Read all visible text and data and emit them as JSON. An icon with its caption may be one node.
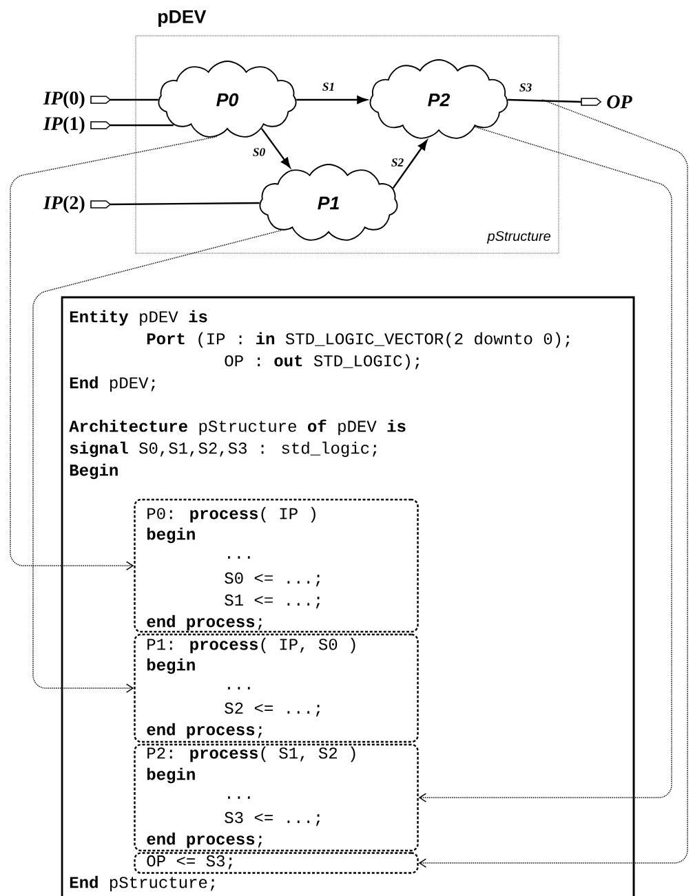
{
  "diagram": {
    "nodes": [
      {
        "text": [
          "pDEV",
          "pStructure"
        ]
      },
      {
        "text": [
          "P0"
        ],
        "in": 0
      },
      {
        "text": [
          "P1"
        ],
        "in": 0
      },
      {
        "text": [
          "P2"
        ],
        "in": 0
      },
      {
        "text": [
          "*IP*(0)"
        ]
      },
      {
        "text": [
          "*IP*(1)"
        ]
      },
      {
        "text": [
          "*IP*(2)"
        ]
      },
      {
        "text": [
          "OP"
        ]
      },
      {
        "text": [
          "**Entity** pDEV **is**",
          "**Port** (IP : **in** STD_LOGIC_VECTOR(2 downto 0);",
          "OP : **out** STD_LOGIC);",
          "**End** pDEV;",
          "**Architecture** pStructure **of** pDEV **is**",
          "**signal** S0,S1,S2,S3 : std_logic;",
          "Begin",
          "**End** pStructure;"
        ]
      },
      {
        "text": [
          "P0: **process**( IP )",
          "begin",
          "...",
          "S0 <= ...;",
          "S1 <= ...;",
          "**end process**;"
        ],
        "in": 8
      },
      {
        "text": [
          "P1: **process**( IP, S0 )",
          "begin",
          "...",
          "S2 <= ...;",
          "**end process**;"
        ],
        "in": 8
      },
      {
        "text": [
          "P2: **process**( S1, S2 )",
          "begin",
          "...",
          "S3 <= ...;",
          "**end process**;"
        ],
        "in": 8
      },
      {
        "text": [
          "OP <= S3;"
        ],
        "in": 8
      }
    ],
    "edges": [
      {
        "from": 4,
        "to": 1,
        "arrow": "none"
      },
      {
        "from": 5,
        "to": 1,
        "arrow": "none"
      },
      {
        "from": 6,
        "to": 2,
        "arrow": "none"
      },
      {
        "from": 3,
        "to": 7,
        "arrow": "none",
        "label": "S3"
      },
      {
        "from": 1,
        "to": 3,
        "arrow": "to",
        "label": "S1"
      },
      {
        "from": 1,
        "to": 2,
        "arrow": "to",
        "label": "S0"
      },
      {
        "from": 2,
        "to": 3,
        "arrow": "to",
        "label": "S2"
      },
      {
        "from": 1,
        "to": 9,
        "arrow": "to",
        "style": "dashed"
      },
      {
        "from": 2,
        "to": 10,
        "arrow": "to",
        "style": "dashed"
      },
      {
        "from": 3,
        "to": 11,
        "arrow": "to",
        "style": "dashed"
      },
      {
        "from": 3,
        "to": 12,
        "arrow": "to",
        "style": "dashed"
      }
    ]
  }
}
